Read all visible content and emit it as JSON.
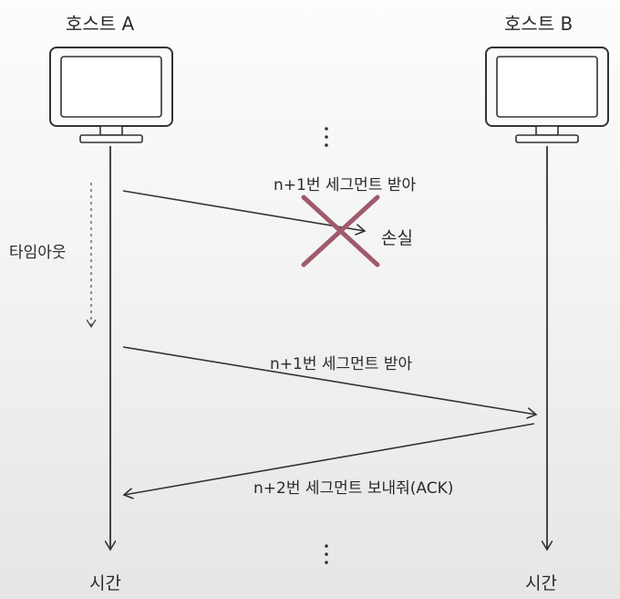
{
  "host_a": {
    "title": "호스트 A",
    "time_label": "시간"
  },
  "host_b": {
    "title": "호스트 B",
    "time_label": "시간"
  },
  "timeout_label": "타임아웃",
  "messages": [
    {
      "text": "n+1번 세그먼트 받아",
      "status": "손실"
    },
    {
      "text": "n+1번 세그먼트 받아"
    },
    {
      "text": "n+2번 세그먼트 보내줘(ACK)"
    }
  ],
  "colors": {
    "lost_x": "#a05a6c",
    "stroke": "#333333"
  },
  "icons": [
    "monitor-icon",
    "monitor-icon",
    "lost-x-icon",
    "ellipsis-icon",
    "ellipsis-icon"
  ]
}
